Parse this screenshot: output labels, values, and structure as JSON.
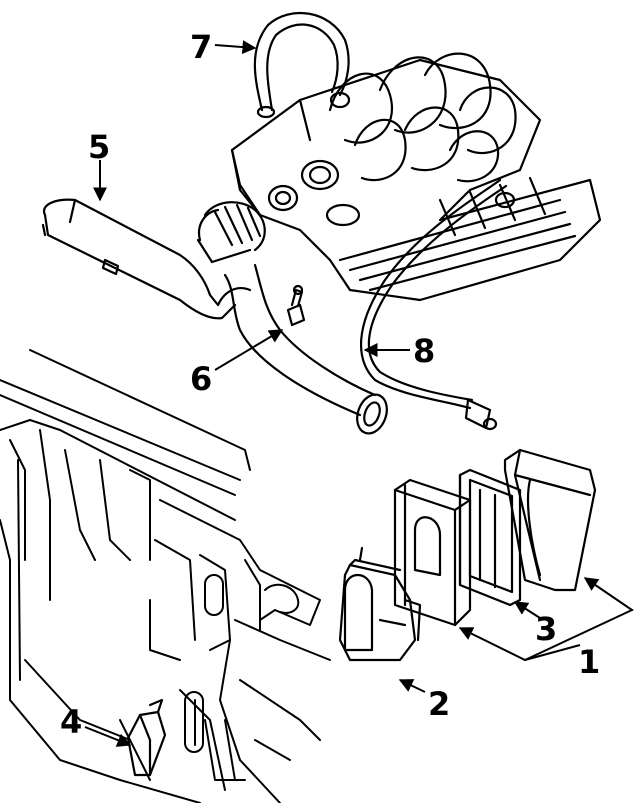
{
  "colors": {
    "ink": "#000000",
    "paper": "#ffffff"
  },
  "callouts": [
    {
      "id": "1",
      "label": "1"
    },
    {
      "id": "2",
      "label": "2"
    },
    {
      "id": "3",
      "label": "3"
    },
    {
      "id": "4",
      "label": "4"
    },
    {
      "id": "5",
      "label": "5"
    },
    {
      "id": "6",
      "label": "6"
    },
    {
      "id": "7",
      "label": "7"
    },
    {
      "id": "8",
      "label": "8"
    }
  ]
}
